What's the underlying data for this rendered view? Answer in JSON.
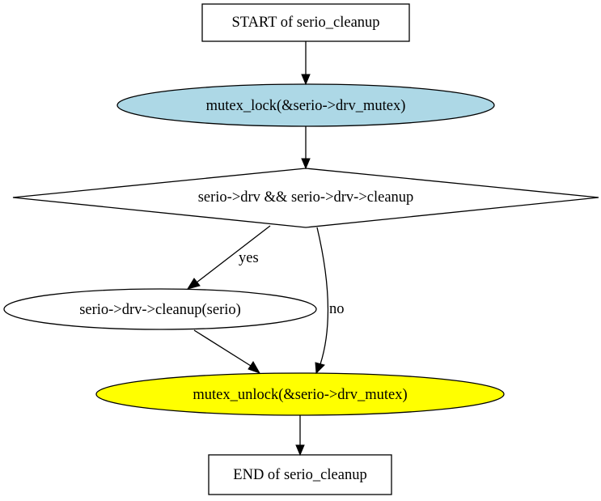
{
  "diagram": {
    "type": "flowchart",
    "nodes": {
      "start": {
        "label": "START of serio_cleanup",
        "shape": "box",
        "fill": "#ffffff"
      },
      "lock": {
        "label": "mutex_lock(&serio->drv_mutex)",
        "shape": "ellipse",
        "fill": "#add8e6"
      },
      "cond": {
        "label": "serio->drv && serio->drv->cleanup",
        "shape": "diamond",
        "fill": "#ffffff"
      },
      "cleanup": {
        "label": "serio->drv->cleanup(serio)",
        "shape": "ellipse",
        "fill": "#ffffff"
      },
      "unlock": {
        "label": "mutex_unlock(&serio->drv_mutex)",
        "shape": "ellipse",
        "fill": "#ffff00"
      },
      "end": {
        "label": "END of serio_cleanup",
        "shape": "box",
        "fill": "#ffffff"
      }
    },
    "edges": [
      {
        "from": "start",
        "to": "lock",
        "label": ""
      },
      {
        "from": "lock",
        "to": "cond",
        "label": ""
      },
      {
        "from": "cond",
        "to": "cleanup",
        "label": "yes"
      },
      {
        "from": "cond",
        "to": "unlock",
        "label": "no"
      },
      {
        "from": "cleanup",
        "to": "unlock",
        "label": ""
      },
      {
        "from": "unlock",
        "to": "end",
        "label": ""
      }
    ],
    "edge_labels": {
      "yes": "yes",
      "no": "no"
    }
  }
}
